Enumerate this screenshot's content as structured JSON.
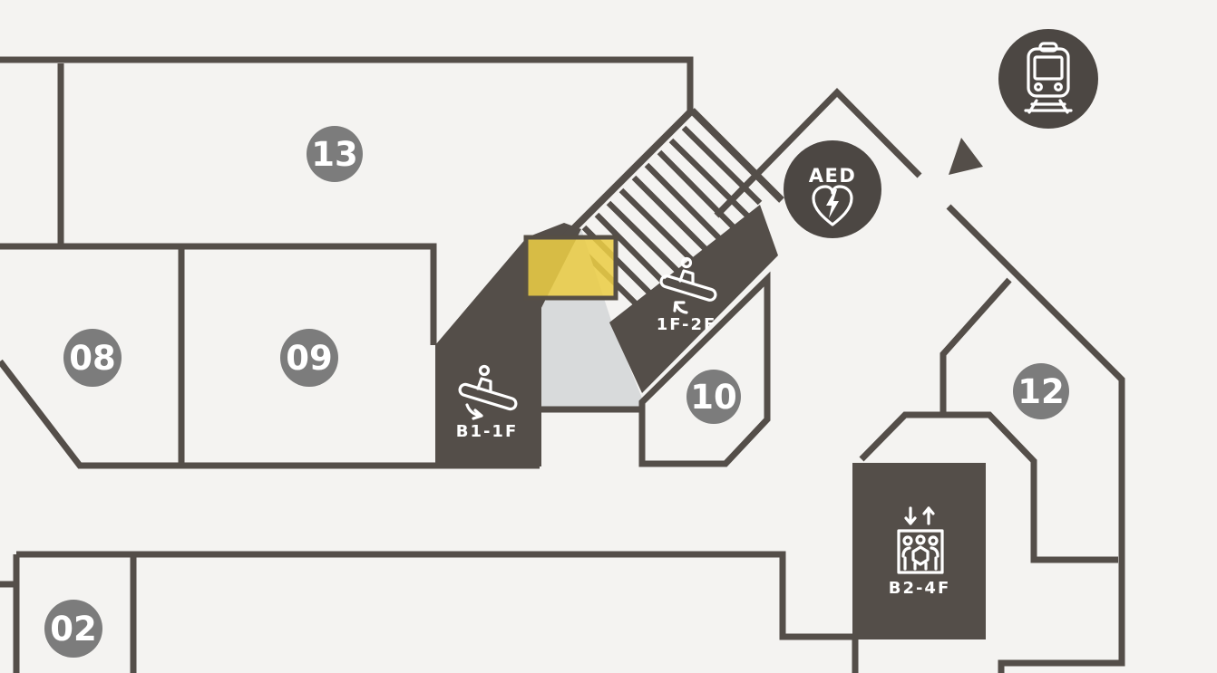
{
  "colors": {
    "bg": "#f4f3f1",
    "wall": "#544e49",
    "floor": "#d8dadb",
    "badge": "#7c7c7c",
    "circle": "#4c4743",
    "highlight": "#eacc45",
    "highlight_border": "#564f45",
    "label_text": "#ffffff"
  },
  "map": {
    "type": "mall-floor-map",
    "floor_context": "1F"
  },
  "rooms": [
    {
      "id": "13"
    },
    {
      "id": "08"
    },
    {
      "id": "09"
    },
    {
      "id": "02"
    },
    {
      "id": "10"
    },
    {
      "id": "12"
    }
  ],
  "facilities": {
    "aed": {
      "label": "AED",
      "icon": "aed-heart-lightning-icon"
    },
    "escalator_down": {
      "label": "B1-1F",
      "icon": "escalator-icon",
      "direction": "down"
    },
    "escalator_up": {
      "label": "1F-2F",
      "icon": "escalator-icon",
      "direction": "up"
    },
    "elevator": {
      "label": "B2-4F",
      "icon": "elevator-icon"
    },
    "train_station": {
      "icon": "train-icon"
    },
    "stairs": {
      "icon": "stairs-hatching"
    },
    "entrance_arrow": {
      "icon": "direction-triangle-icon"
    },
    "current_location": {
      "icon": "highlight-box"
    }
  }
}
